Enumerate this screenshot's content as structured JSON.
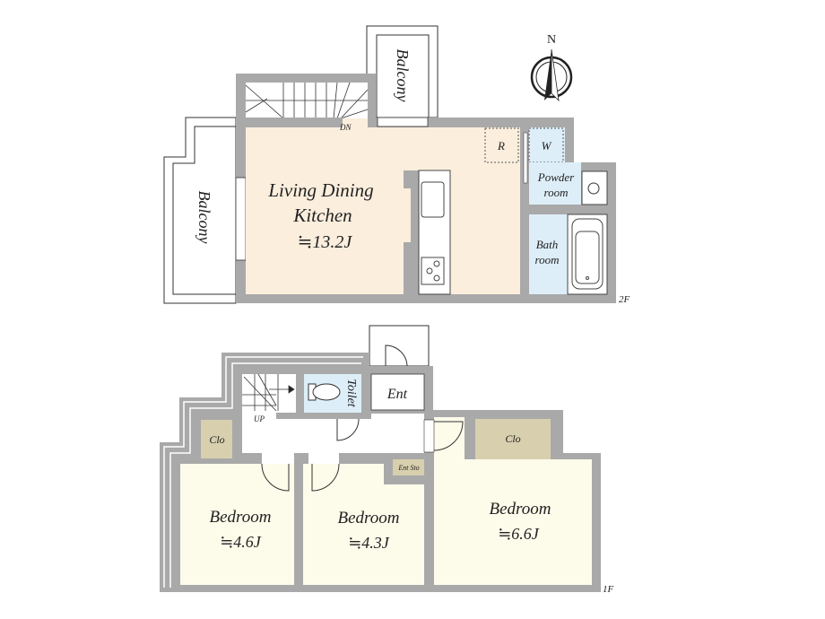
{
  "compass": {
    "north_label": "N"
  },
  "floor2": {
    "floor_label": "2F",
    "stairs_label": "DN",
    "ldk": {
      "name_line1": "Living Dining",
      "name_line2": "Kitchen",
      "area": "≒13.2J"
    },
    "balcony_top": "Balcony",
    "balcony_left": "Balcony",
    "refrigerator": "R",
    "washer": "W",
    "powder_room": {
      "line1": "Powder",
      "line2": "room"
    },
    "bath_room": {
      "line1": "Bath",
      "line2": "room"
    }
  },
  "floor1": {
    "floor_label": "1F",
    "stairs_label": "UP",
    "toilet": "Toilet",
    "entrance": "Ent",
    "entrance_storage": "Ent Sto",
    "closet_left": "Clo",
    "closet_right": "Clo",
    "bedrooms": [
      {
        "name": "Bedroom",
        "area": "≒4.6J"
      },
      {
        "name": "Bedroom",
        "area": "≒4.3J"
      },
      {
        "name": "Bedroom",
        "area": "≒6.6J"
      }
    ]
  },
  "colors": {
    "wall": "#a9a9a9",
    "ldk": "#fbeedd",
    "wet": "#ddeef8",
    "bedroom": "#fdfbea",
    "closet": "#d8cfae"
  }
}
